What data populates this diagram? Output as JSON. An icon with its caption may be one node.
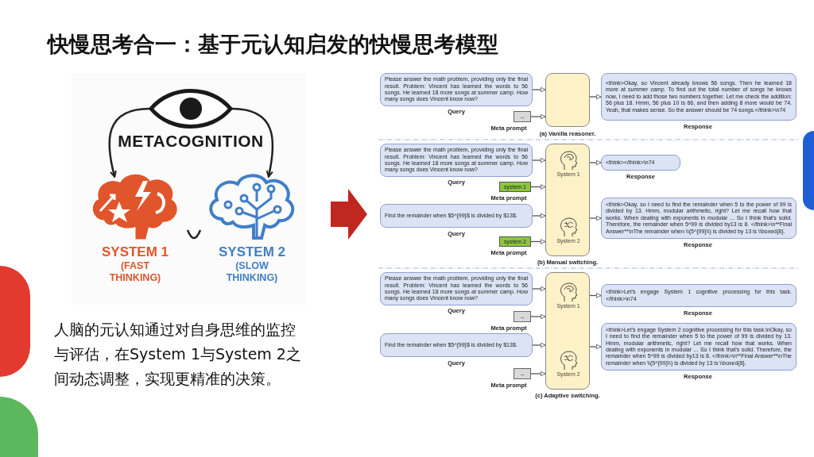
{
  "diagram": {
    "title": "快慢思考合一：基于元认知启发的快慢思考模型",
    "nodes": [
      {
        "text": [
          "METACOGNITION"
        ]
      },
      {
        "text": [
          "SYSTEM 1",
          "(FAST THINKING)"
        ]
      },
      {
        "text": [
          "SYSTEM 2",
          "(SLOW THINKING)"
        ]
      },
      {
        "text": [
          "Please answer the math problem, providing only the final result. Problem: Vincent has learned the words to 56 songs. He learned 18 more songs at summer camp. How many songs does Vincent know now?"
        ],
        "beside": [
          "Query"
        ]
      },
      {
        "text": [
          "--"
        ],
        "beside": [
          "Meta prompt"
        ]
      },
      {
        "text": [],
        "shape": "box"
      },
      {
        "text": [
          "<think>Okay, so Vincent already knows 56 songs. Then he learned 18 more at summer camp. To find out the total number of songs he knows now, I need to add those two numbers together. Let me check the addition: 56 plus 18. Hmm, 56 plus 10 is 66, and then adding 8 more would be 74. Yeah, that makes sense. So the answer should be 74 songs.</think>\\n74"
        ],
        "beside": [
          "Response"
        ]
      },
      {
        "text": [
          "Please answer the math problem, providing only the final result. Problem: Vincent has learned the words to 56 songs. He learned 18 more songs at summer camp. How many songs does Vincent know now?"
        ],
        "beside": [
          "Query"
        ]
      },
      {
        "text": [
          "system 1"
        ],
        "beside": [
          "Meta prompt"
        ]
      },
      {
        "text": [
          "Find the remainder when $5^{99}$ is divided by $13$."
        ],
        "beside": [
          "Query"
        ]
      },
      {
        "text": [
          "system 2"
        ],
        "beside": [
          "Meta prompt"
        ]
      },
      {
        "text": [],
        "shape": "box"
      },
      {
        "text": [
          "System 1"
        ],
        "in": 11
      },
      {
        "text": [
          "System 2"
        ],
        "in": 11
      },
      {
        "text": [
          "<think></think>\\n74"
        ],
        "beside": [
          "Response"
        ]
      },
      {
        "text": [
          "<think>Okay, so I need to find the remainder when 5 to the power of 99 is divided by 13. Hmm, modular arithmetic, right? Let me recall how that works. When dealing with exponents in modular ... So I think that's solid. Therefore, the remainder when 5^99 is divided by13 is 8. </think>\\n**Final Answer**\\nThe remainder when \\\\(5^{99}\\\\) is divided by 13 is \\\\boxed{8}."
        ],
        "beside": [
          "Response"
        ]
      },
      {
        "text": [
          "Please answer the math problem, providing only the final result. Problem: Vincent has learned the words to 56 songs. He learned 18 more songs at summer camp. How many songs does Vincent know now?"
        ],
        "beside": [
          "Query"
        ]
      },
      {
        "text": [
          "--"
        ],
        "beside": [
          "Meta prompt"
        ]
      },
      {
        "text": [
          "Find the remainder when $5^{99}$ is divided by $13$."
        ],
        "beside": [
          "Query"
        ]
      },
      {
        "text": [
          "--"
        ],
        "beside": [
          "Meta prompt"
        ]
      },
      {
        "text": [],
        "shape": "box"
      },
      {
        "text": [
          "System 1"
        ],
        "in": 20
      },
      {
        "text": [
          "System 2"
        ],
        "in": 20
      },
      {
        "text": [
          "<think>Let's engage System 1 cognitive processing for this task.</think>\\n74"
        ],
        "beside": [
          "Response"
        ]
      },
      {
        "text": [
          "<think>Let's engage System 2 cognitive processing for this task.\\nOkay, so I need to find the remainder when 5 to the power of 99 is divided by 13. Hmm, modular arithmetic, right? Let me recall how that works. When dealing with exponents in modular ... So I think that's solid. Therefore, the remainder when 5^99 is divided by13 is 8. </think>\\n**Final Answer**\\nThe remainder when \\\\(5^{99}\\\\) is divided by 13 is \\\\boxed{8}."
        ],
        "beside": [
          "Response"
        ]
      }
    ],
    "edges": [
      {
        "from": 0,
        "to": 1,
        "arrow": "to"
      },
      {
        "from": 0,
        "to": 2,
        "arrow": "to"
      },
      {
        "from": 1,
        "to": 2,
        "arrow": "none"
      },
      {
        "from": 3,
        "to": 5,
        "arrow": "to"
      },
      {
        "from": 4,
        "to": 5,
        "arrow": "to"
      },
      {
        "from": 5,
        "to": 6,
        "arrow": "to"
      },
      {
        "from": 7,
        "to": 11,
        "arrow": "to"
      },
      {
        "from": 8,
        "to": 11,
        "arrow": "to"
      },
      {
        "from": 9,
        "to": 11,
        "arrow": "to"
      },
      {
        "from": 10,
        "to": 11,
        "arrow": "to"
      },
      {
        "from": 11,
        "to": 14,
        "arrow": "to"
      },
      {
        "from": 11,
        "to": 15,
        "arrow": "to"
      },
      {
        "from": 16,
        "to": 20,
        "arrow": "to"
      },
      {
        "from": 17,
        "to": 20,
        "arrow": "to"
      },
      {
        "from": 18,
        "to": 20,
        "arrow": "to"
      },
      {
        "from": 19,
        "to": 20,
        "arrow": "to"
      },
      {
        "from": 20,
        "to": 23,
        "arrow": "to"
      },
      {
        "from": 20,
        "to": 24,
        "arrow": "to"
      }
    ],
    "labels": [
      "(a) Vanilla reasoner.",
      "(b) Manual switching.",
      "(c) Adaptive switching.",
      "人脑的元认知通过对自身思维的监控与评估，在System 1与System 2之间动态调整，实现更精准的决策。"
    ]
  }
}
